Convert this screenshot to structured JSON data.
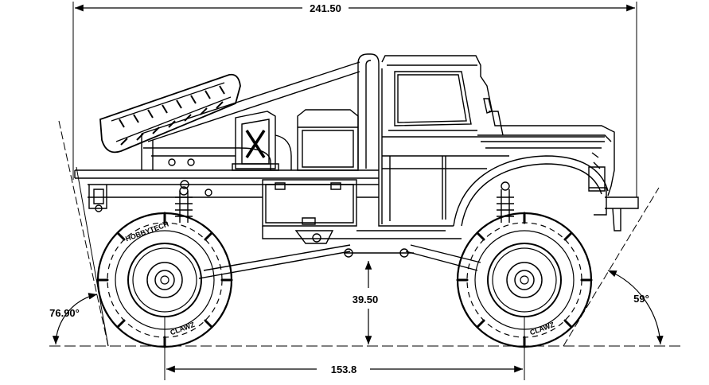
{
  "dimensions": {
    "overall_length": "241.50",
    "wheelbase": "153.8",
    "ground_clearance": "39.50",
    "approach_angle": "76.90°",
    "departure_angle": "59°"
  },
  "markings": {
    "tire_brand": "HOBBYTECH",
    "tire_model": "CLAWZ"
  },
  "colors": {
    "line": "#000000",
    "background": "#ffffff"
  }
}
